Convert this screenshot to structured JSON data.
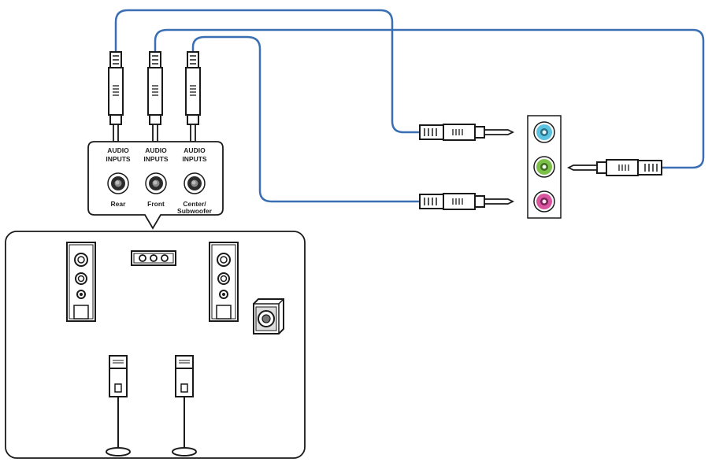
{
  "colors": {
    "cable": "#3a6fb4",
    "line": "#1a1a1a",
    "jack_blue": "#5bc3e0",
    "jack_green": "#7cc04a",
    "jack_pink": "#d9559f"
  },
  "panel": {
    "inputs": [
      {
        "line1": "AUDIO",
        "line2": "INPUTS",
        "name1": "Rear",
        "name2": ""
      },
      {
        "line1": "AUDIO",
        "line2": "INPUTS",
        "name1": "Front",
        "name2": ""
      },
      {
        "line1": "AUDIO",
        "line2": "INPUTS",
        "name1": "Center/",
        "name2": "Subwoofer"
      }
    ]
  },
  "audio_ports": [
    "jack-blue",
    "jack-green",
    "jack-pink"
  ],
  "icons": [
    "rca-plug-icon",
    "mini-jack-plug-icon",
    "tower-speaker-icon",
    "satellite-speaker-icon",
    "subwoofer-icon",
    "center-speaker-icon",
    "audio-jack-icon"
  ]
}
